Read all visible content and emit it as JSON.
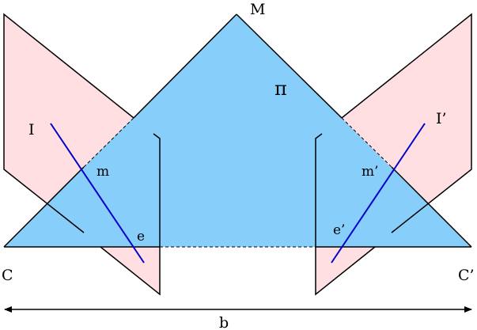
{
  "labels": {
    "apex": "M",
    "epipolar_plane": "π",
    "left_image": "I",
    "right_image": "I’",
    "left_point": "m",
    "right_point": "m’",
    "left_epipole": "e",
    "right_epipole": "e’",
    "left_center": "C",
    "right_center": "C’",
    "baseline": "b"
  },
  "colors": {
    "image_plane_fill": "#ffdfe2",
    "epipolar_plane_fill": "#87cefa",
    "epipolar_line": "#0000cd",
    "outline": "#000000"
  }
}
